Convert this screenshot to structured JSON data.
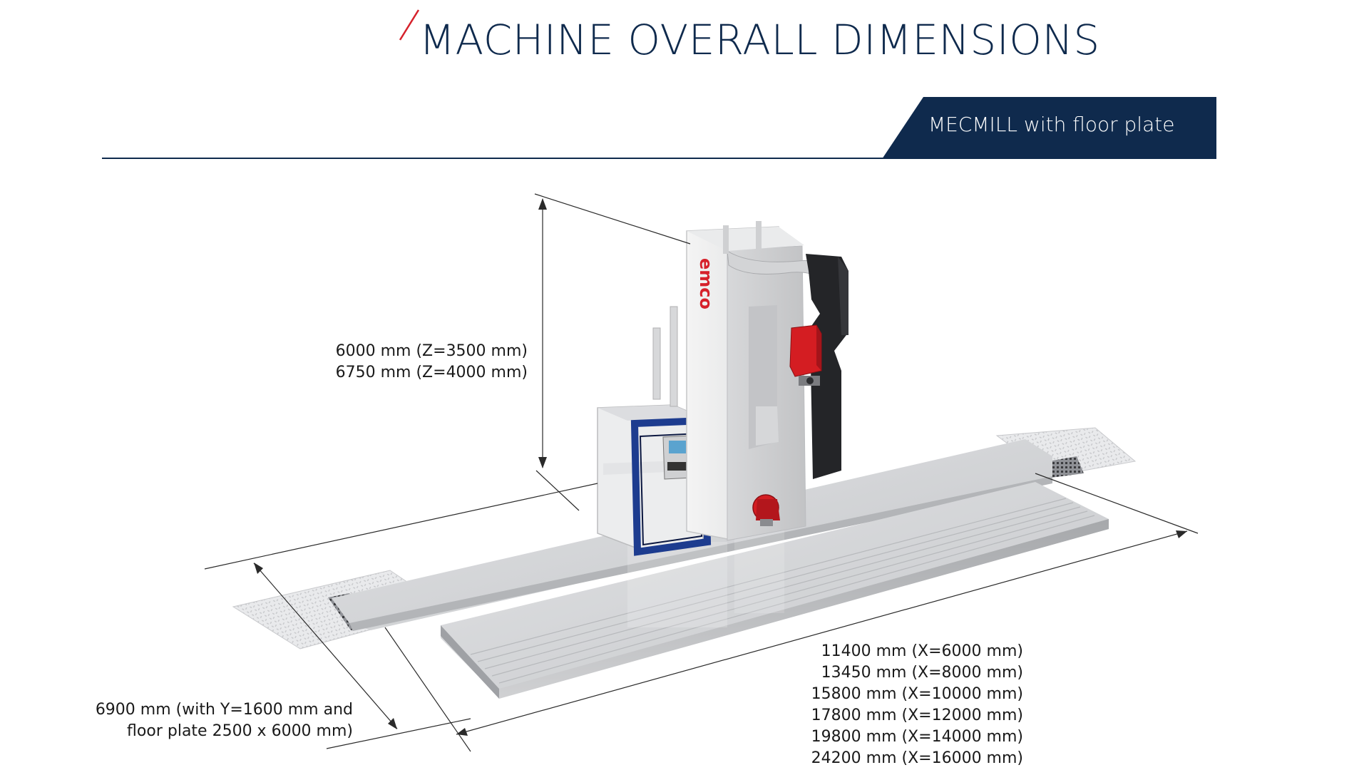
{
  "header": {
    "title": "MACHINE OVERALL DIMENSIONS",
    "variant": "MECMILL with floor plate"
  },
  "brand": {
    "logo_text": "emco",
    "accent_color": "#d6212b",
    "navy_color": "#0f2a4d"
  },
  "dimensions": {
    "height": [
      "6000 mm (Z=3500 mm)",
      "6750 mm (Z=4000 mm)"
    ],
    "width": [
      "6900 mm (with Y=1600 mm and",
      "floor plate 2500 x 6000 mm)"
    ],
    "length": [
      "11400 mm (X=6000 mm)",
      "13450 mm (X=8000 mm)",
      "15800 mm (X=10000 mm)",
      "17800 mm (X=12000 mm)",
      "19800 mm (X=14000 mm)",
      "24200 mm (X=16000 mm)"
    ]
  }
}
